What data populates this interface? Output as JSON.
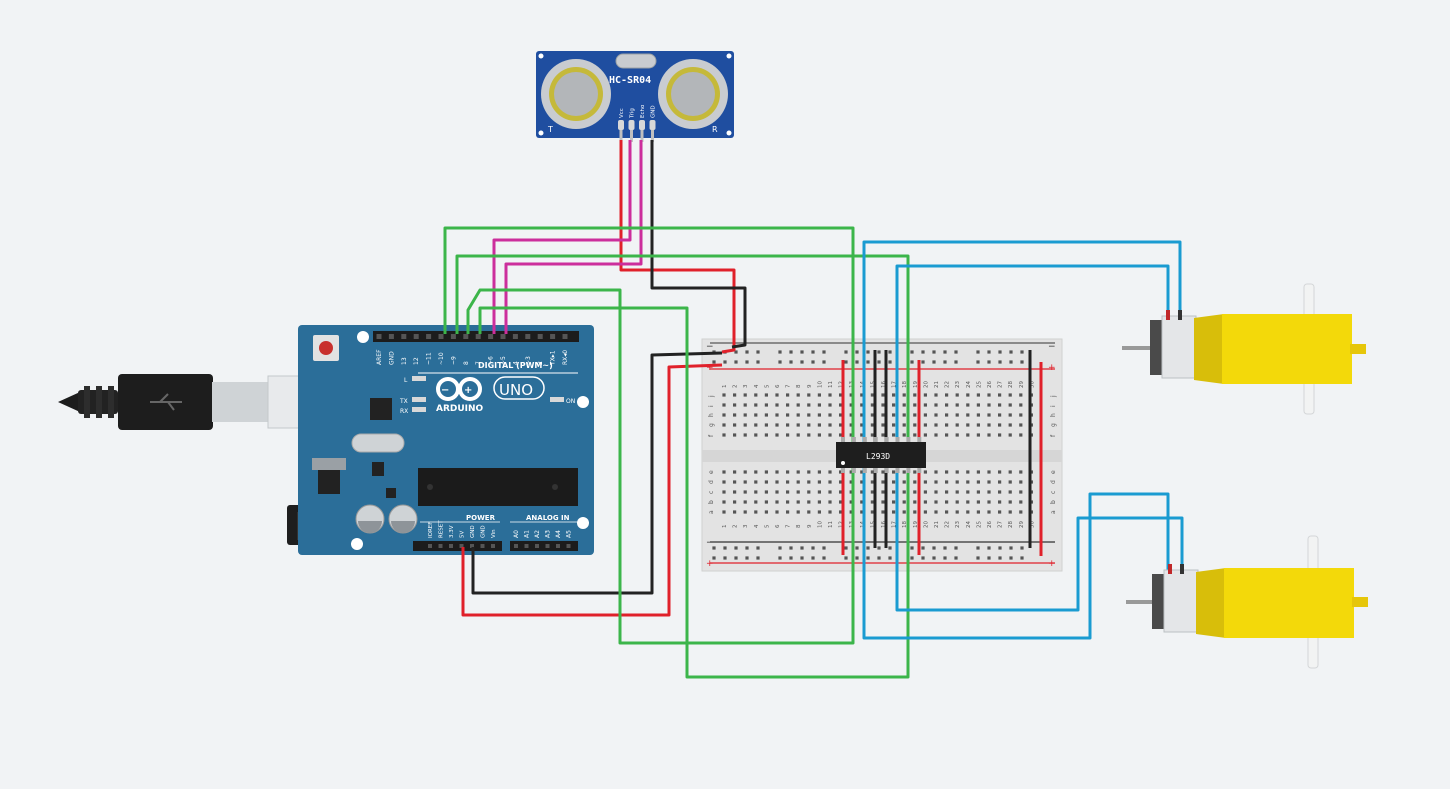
{
  "sensor": {
    "name": "HC-SR04",
    "pins": [
      "Vcc",
      "Trig",
      "Echo",
      "GND"
    ],
    "left_mark": "T",
    "right_mark": "R"
  },
  "arduino": {
    "brand": "ARDUINO",
    "model": "UNO",
    "digital_label": "DIGITAL (PWM~)",
    "digital_pins": [
      "AREF",
      "GND",
      "13",
      "12",
      "~11",
      "~10",
      "~9",
      "8",
      "7",
      "~6",
      "~5",
      "4",
      "~3",
      "2",
      "TX▸1",
      "RX◂0"
    ],
    "power_label": "POWER",
    "analog_label": "ANALOG IN",
    "power_pins": [
      "IOREF",
      "RESET",
      "3.3V",
      "5V",
      "GND",
      "GND",
      "Vin"
    ],
    "analog_pins": [
      "A0",
      "A1",
      "A2",
      "A3",
      "A4",
      "A5"
    ],
    "led_l": "L",
    "led_tx": "TX",
    "led_rx": "RX",
    "led_on": "ON"
  },
  "breadboard": {
    "row_letters_top": [
      "j",
      "i",
      "h",
      "g",
      "f"
    ],
    "row_letters_bottom": [
      "e",
      "d",
      "c",
      "b",
      "a"
    ],
    "column_numbers": [
      "1",
      "2",
      "3",
      "4",
      "5",
      "6",
      "7",
      "8",
      "9",
      "10",
      "11",
      "12",
      "13",
      "14",
      "15",
      "16",
      "17",
      "18",
      "19",
      "20",
      "21",
      "22",
      "23",
      "24",
      "25",
      "26",
      "27",
      "28",
      "29",
      "30"
    ],
    "rail_minus": "−",
    "rail_plus": "+"
  },
  "chip": {
    "name": "L293D"
  },
  "colors": {
    "background": "#f1f3f5",
    "board_blue": "#2b6e99",
    "wire_red": "#e0202a",
    "wire_black": "#222222",
    "wire_green": "#3cb54a",
    "wire_magenta": "#cc2e9c",
    "wire_blue": "#1a9bd1",
    "motor_yellow": "#f3d90a"
  }
}
